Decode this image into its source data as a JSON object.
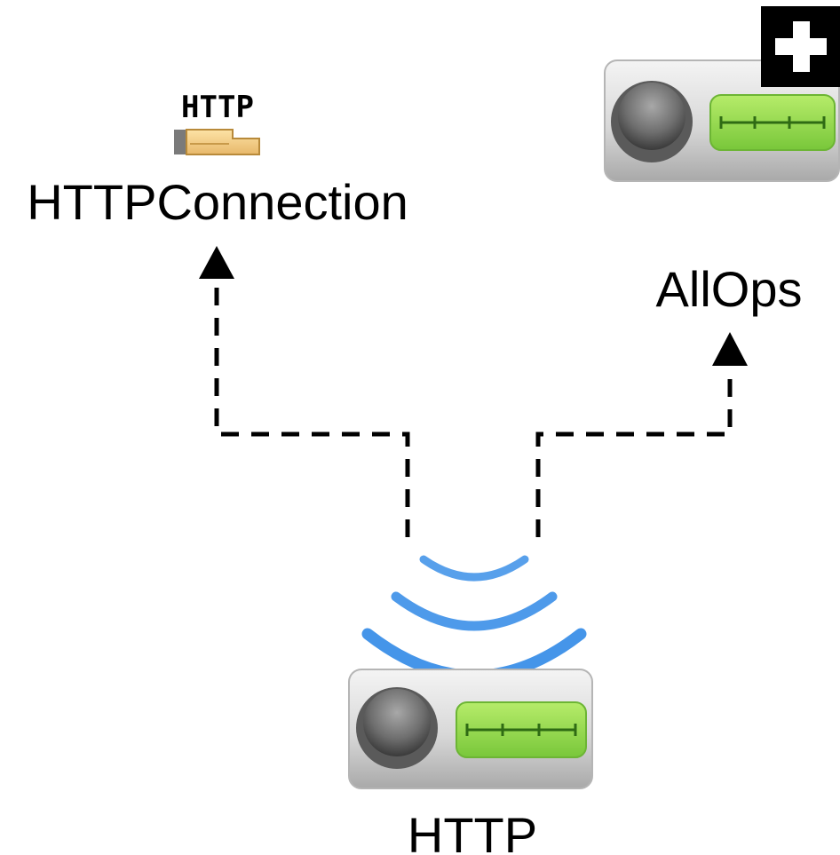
{
  "diagram": {
    "nodes": {
      "http_connection": {
        "label": "HTTPConnection",
        "icon": "http-connection-icon",
        "icon_text": "HTTP"
      },
      "all_ops": {
        "label": "AllOps",
        "icon": "device-icon",
        "badge": "plus-badge-icon"
      },
      "http": {
        "label": "HTTP",
        "icon": "wireless-device-icon"
      }
    },
    "edges": [
      {
        "from": "http",
        "to": "http_connection",
        "style": "dashed",
        "arrow": "triangle"
      },
      {
        "from": "http",
        "to": "all_ops",
        "style": "dashed",
        "arrow": "triangle"
      }
    ]
  },
  "colors": {
    "device_body": "#d6d6d6",
    "device_screen": "#8fd14f",
    "signal_waves": "#3b8fe8",
    "hand_icon": "#f0c878",
    "edge": "#000000"
  }
}
